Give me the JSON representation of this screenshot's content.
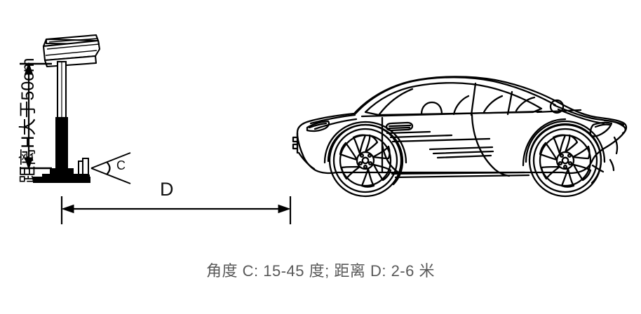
{
  "diagram": {
    "title_caption": "角度 C: 15-45 度; 距离 D: 2-6 米",
    "background_color": "#ffffff",
    "line_color": "#000000",
    "caption_color": "#595959",
    "labels": {
      "height_label": "距离H大于50cm",
      "distance_label": "D",
      "angle_label": "C"
    },
    "constraints": {
      "angle_c_text": "角度 C: 15-45 度",
      "distance_d_text": "距离 D: 2-6 米",
      "height_h_text": "距离H大于50cm",
      "angle_c_min_deg": 15,
      "angle_c_max_deg": 45,
      "distance_d_min_m": 2,
      "distance_d_max_m": 6,
      "height_h_min_cm": 50
    },
    "objects": {
      "pole_name": "camera-mount-pole",
      "sensor_name": "radar-sensor-unit",
      "vehicle_name": "sports-car-side-view"
    }
  }
}
